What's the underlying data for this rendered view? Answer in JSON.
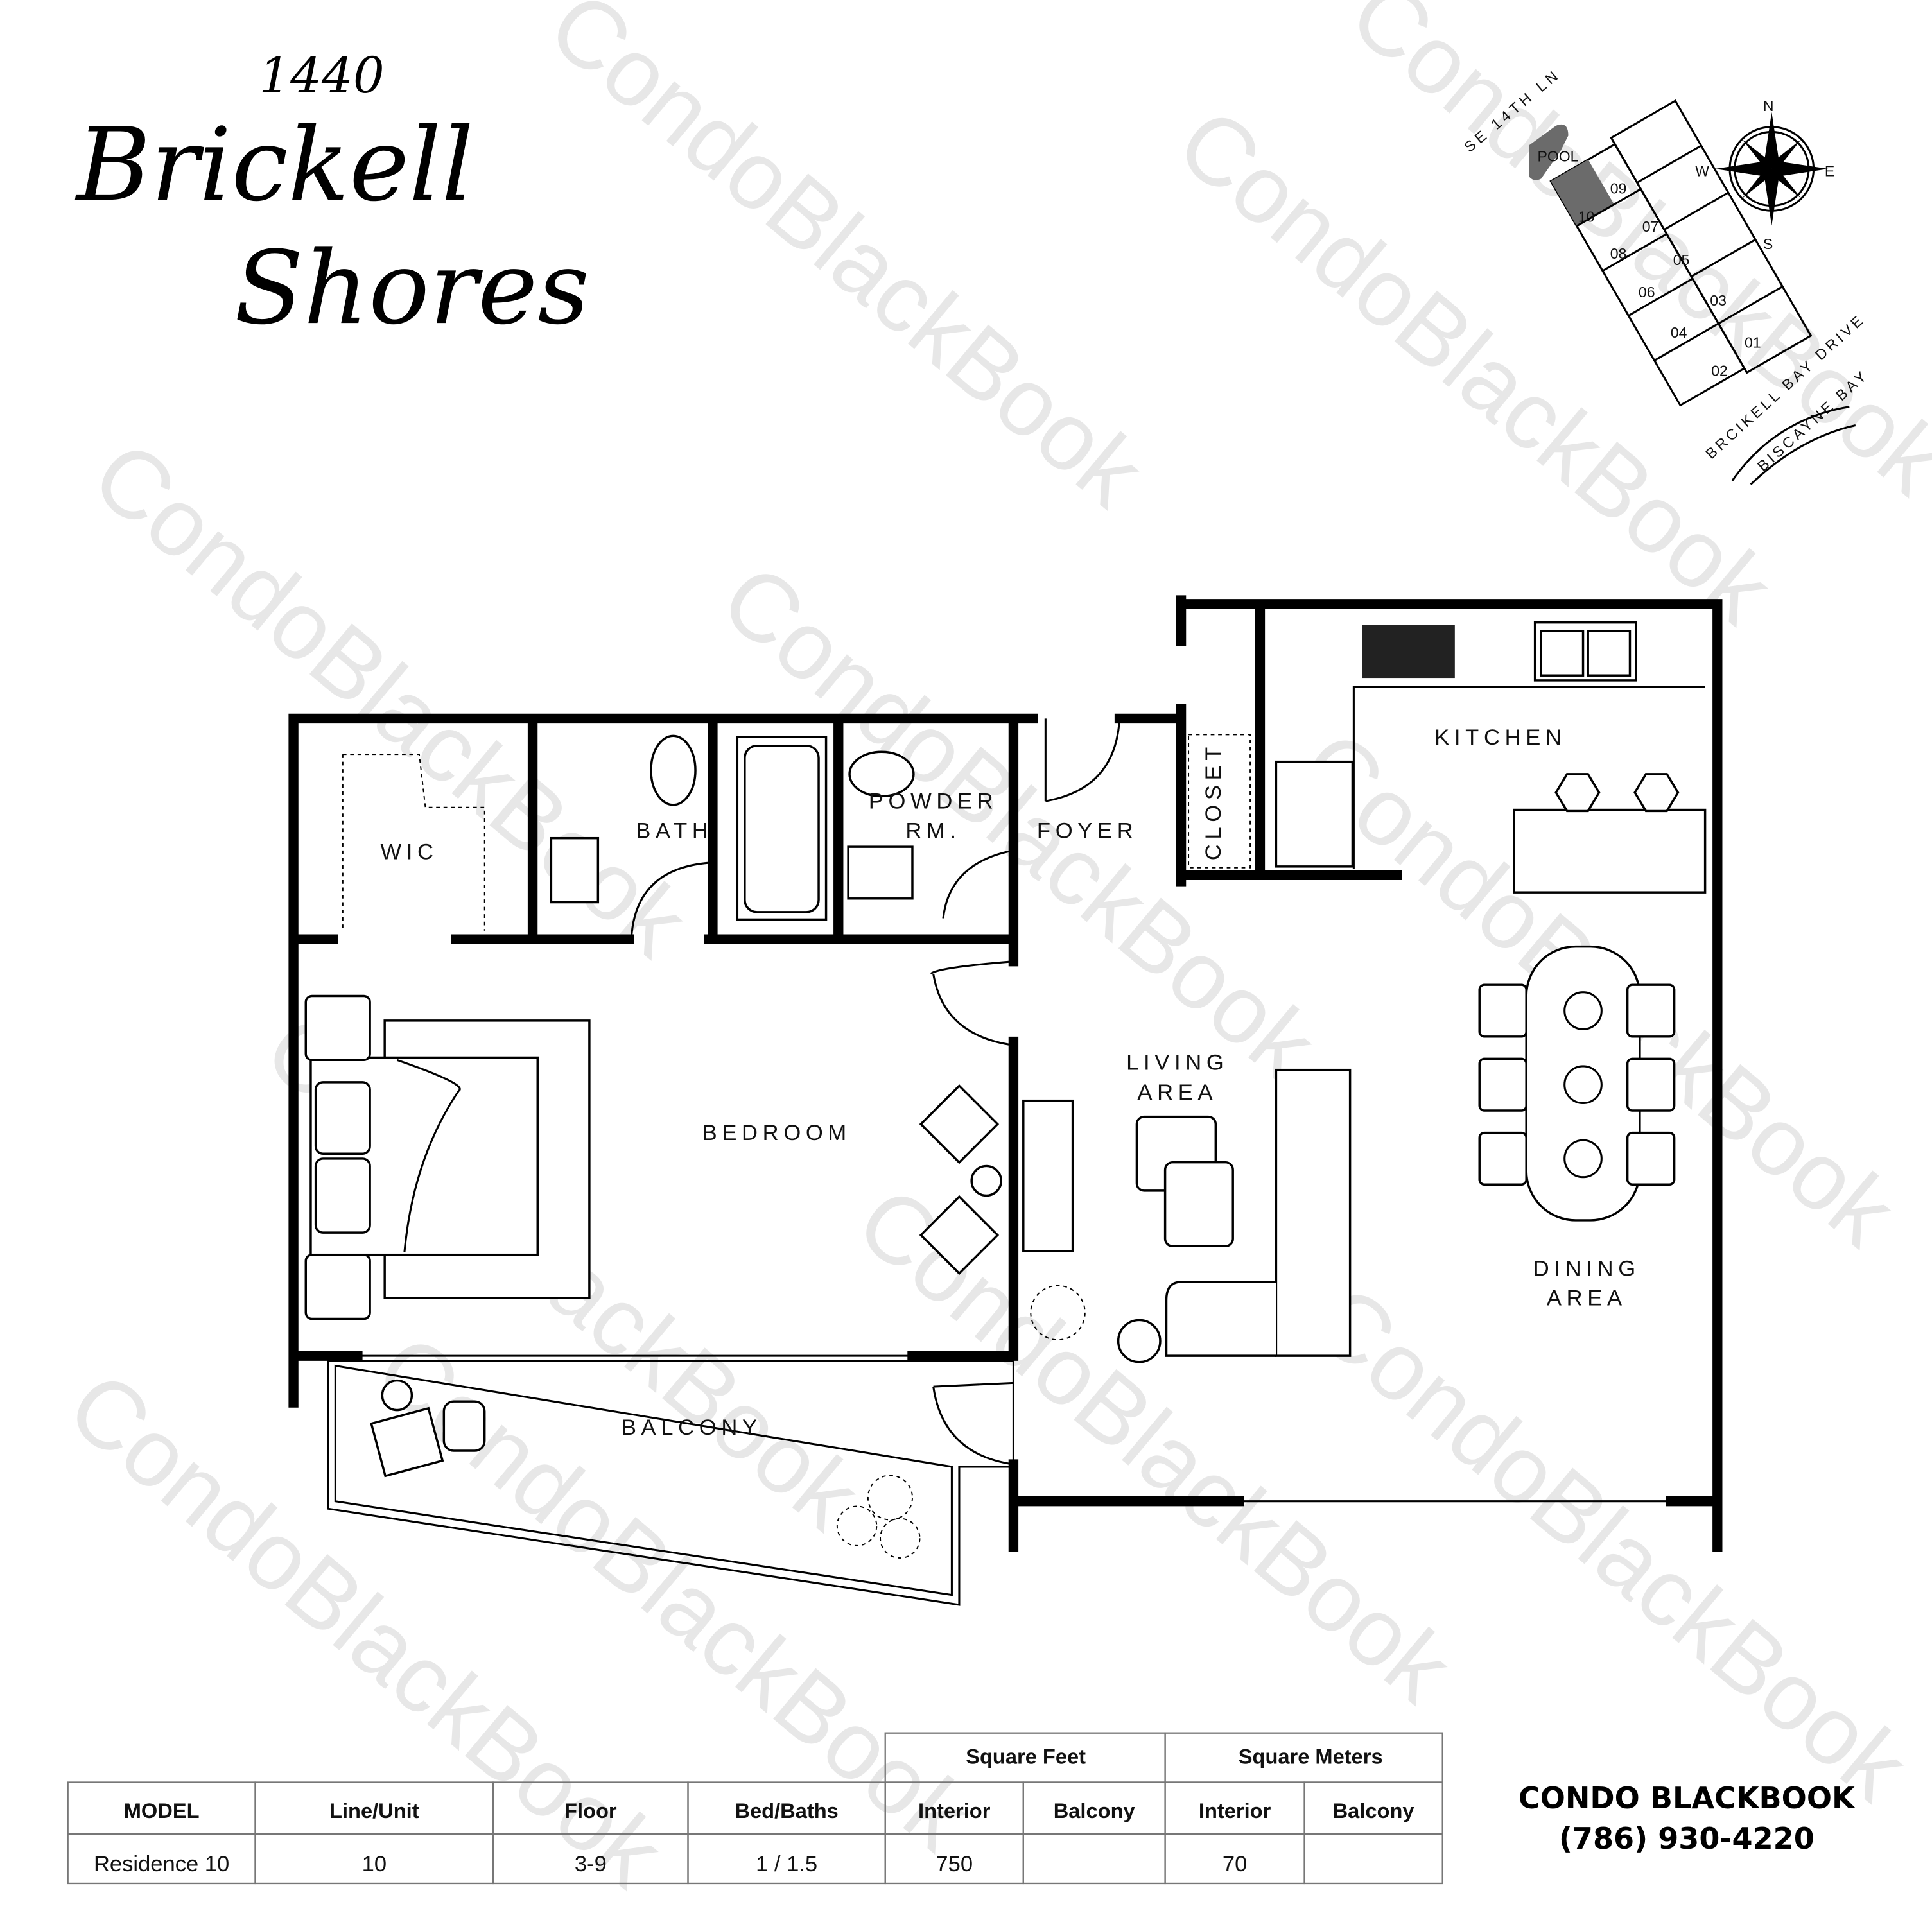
{
  "logo": {
    "line1": "1440",
    "line2": "Brickell",
    "line3": "Shores"
  },
  "watermark": "CondoBlackBook",
  "key_plan": {
    "street_north": "SE 14TH LN",
    "street_east": "BRCIKELL BAY DRIVE",
    "water": "BISCAYNE BAY",
    "pool_label": "POOL",
    "highlighted_unit": "10",
    "highlight_color": "#6b6b6b",
    "units": [
      "09",
      "10",
      "07",
      "08",
      "05",
      "06",
      "03",
      "04",
      "01",
      "02"
    ],
    "compass": {
      "n": "N",
      "s": "S",
      "e": "E",
      "w": "W"
    }
  },
  "rooms": {
    "wic": "WIC",
    "bath": "BATH",
    "powder_1": "POWDER",
    "powder_2": "RM.",
    "foyer": "FOYER",
    "closet": "CLOSET",
    "kitchen": "KITCHEN",
    "living_1": "LIVING",
    "living_2": "AREA",
    "bedroom": "BEDROOM",
    "dining_1": "DINING",
    "dining_2": "AREA",
    "balcony": "BALCONY"
  },
  "table": {
    "group_headers": [
      "Square Feet",
      "Square Meters"
    ],
    "headers": [
      "MODEL",
      "Line/Unit",
      "Floor",
      "Bed/Baths",
      "Interior",
      "Balcony",
      "Interior",
      "Balcony"
    ],
    "row": [
      "Residence 10",
      "10",
      "3-9",
      "1 / 1.5",
      "750",
      "",
      "70",
      ""
    ]
  },
  "brand": {
    "name_light": "CONDO ",
    "name_bold": "BLACKBOOK",
    "phone": "(786) 930-4220"
  }
}
